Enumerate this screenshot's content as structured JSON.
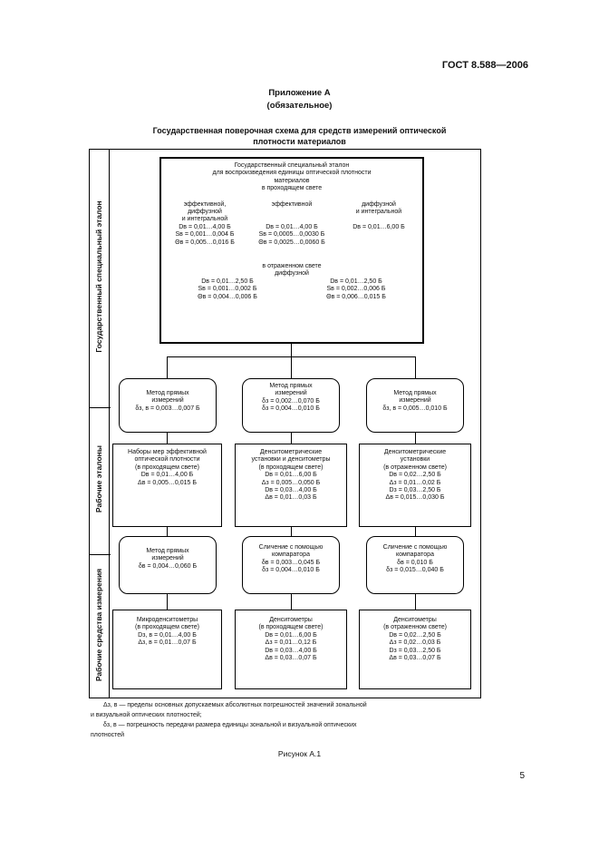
{
  "header": {
    "standard": "ГОСТ 8.588—2006",
    "page": "5"
  },
  "appendix": {
    "title": "Приложение А",
    "status": "(обязательное)"
  },
  "scheme_title": [
    "Государственная поверочная схема для средств измерений оптической",
    "плотности материалов"
  ],
  "side_labels": {
    "state": "Государственный специальный эталон",
    "working_standards": "Рабочие эталоны",
    "working_instruments": "Рабочие средства измерения"
  },
  "state_standard": {
    "heading": [
      "Государственный специальный эталон",
      "для воспроизведения единицы оптической плотности",
      "материалов"
    ],
    "transmitted": "в проходящем свете",
    "col1": {
      "title": [
        "эффективной,",
        "диффузной",
        "и интегральной"
      ],
      "lines": [
        "Dв = 0,01…4,00 Б",
        "Sв = 0,001…0,004 Б",
        "Θв = 0,005…0,016 Б"
      ]
    },
    "col2": {
      "title": [
        "эффективной"
      ],
      "lines": [
        "Dв = 0,01…4,00 Б",
        "Sв = 0,0005…0,0030 Б",
        "Θв = 0,0025…0,0060 Б"
      ]
    },
    "col3": {
      "title": [
        "диффузной",
        "и интегральной"
      ],
      "lines": [
        "Dв = 0,01…6,00 Б"
      ]
    },
    "reflected": "в отраженном свете",
    "diffuse": "диффузной",
    "refl_left": [
      "Dв = 0,01…2,50 Б",
      "Sв = 0,001…0,002 Б",
      "Θв = 0,004…0,006 Б"
    ],
    "refl_right": [
      "Dв = 0,01…2,50 Б",
      "Sв = 0,002…0,006 Б",
      "Θв = 0,006…0,015 Б"
    ]
  },
  "method_row1": [
    {
      "lines": [
        "Метод прямых",
        "измерений",
        "δз, в = 0,003…0,007 Б"
      ]
    },
    {
      "lines": [
        "Метод прямых",
        "измерений",
        "δз = 0,002…0,070 Б",
        "δз = 0,004…0,010 Б"
      ]
    },
    {
      "lines": [
        "Метод прямых",
        "измерений",
        "δз, в = 0,005…0,010 Б"
      ]
    }
  ],
  "working_row": [
    {
      "lines": [
        "Наборы мер эффективной",
        "оптической плотности",
        "(в проходящем свете)",
        "Dв = 0,01…4,00 Б",
        "Δв = 0,005…0,015 Б"
      ]
    },
    {
      "lines": [
        "Денситометрические",
        "установки и денситометры",
        "(в проходящем свете)",
        "Dв = 0,01…6,00 Б",
        "Δз = 0,005…0,050 Б",
        "Dв = 0,03…4,00 Б",
        "Δв = 0,01…0,03 Б"
      ]
    },
    {
      "lines": [
        "Денситометрические",
        "установки",
        "(в отраженном свете)",
        "Dв = 0,02…2,50 Б",
        "Δз = 0,01…0,02 Б",
        "Dз = 0,03…2,50 Б",
        "Δв = 0,015…0,030 Б"
      ]
    }
  ],
  "method_row2": [
    {
      "lines": [
        "Метод прямых",
        "измерений",
        "δв = 0,004…0,060 Б"
      ]
    },
    {
      "lines": [
        "Сличение с помощью",
        "компаратора",
        "δв = 0,003…0,045 Б",
        "δз = 0,004…0,010 Б"
      ]
    },
    {
      "lines": [
        "Сличение с помощью",
        "компаратора",
        "δв = 0,010 Б",
        "δз = 0,015…0,040 Б"
      ]
    }
  ],
  "instruments_row": [
    {
      "lines": [
        "Микроденситометры",
        "(в проходящем свете)",
        "Dз, в = 0,01…4,00 Б",
        "Δз, в = 0,01…0,07 Б"
      ]
    },
    {
      "lines": [
        "Денситометры",
        "(в проходящем свете)",
        "Dв = 0,01…6,00 Б",
        "Δз = 0,01…0,12 Б",
        "Dв = 0,03…4,00 Б",
        "Δв = 0,03…0,07 Б"
      ]
    },
    {
      "lines": [
        "Денситометры",
        "(в отраженном свете)",
        "Dв = 0,02…2,50 Б",
        "Δз = 0,02…0,03 Б",
        "Dз = 0,03…2,50 Б",
        "Δв = 0,03…0,07 Б"
      ]
    }
  ],
  "notes": [
    "Δз, в — пределы основных допускаемых абсолютных погрешностей значений зональной",
    "и визуальной оптических плотностей;",
    "δз, в — погрешность передачи размера единицы зональной и визуальной оптических",
    "плотностей"
  ],
  "figure_caption": "Рисунок А.1"
}
